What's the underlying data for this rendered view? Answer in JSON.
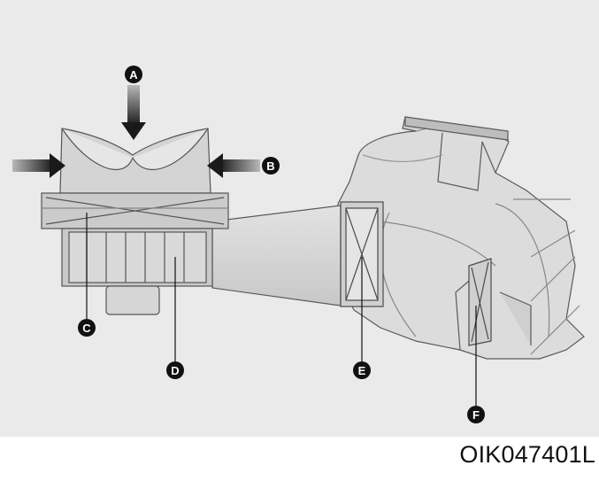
{
  "labels": {
    "a": "A",
    "b": "B",
    "c": "C",
    "d": "D",
    "e": "E",
    "f": "F"
  },
  "figure_code": "OIK047401L",
  "colors": {
    "background": "#eaeaea",
    "fill_light": "#dadada",
    "fill_mid": "#c4c4c4",
    "stroke": "#555555",
    "badge": "#111111"
  }
}
